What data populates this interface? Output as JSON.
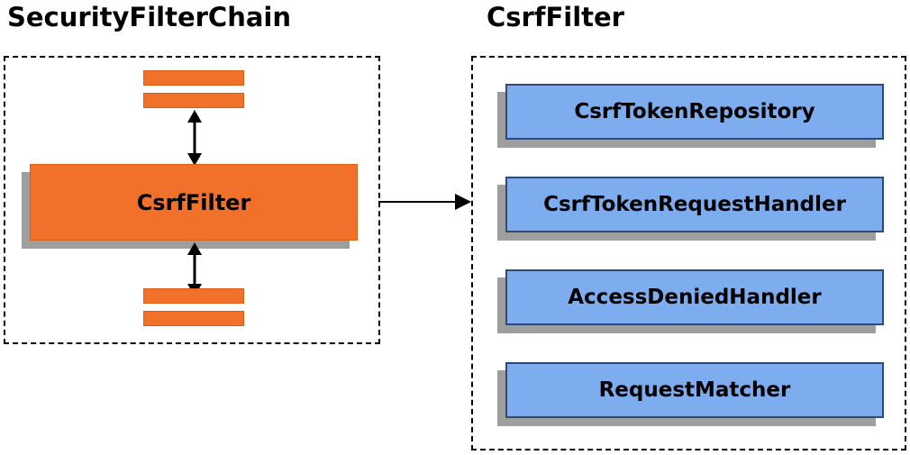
{
  "colors": {
    "orange": "#F2712A",
    "orange_border": "#D95F14",
    "blue": "#7DACEF",
    "blue_border": "#2E4A77",
    "shadow": "#9E9E9E",
    "outline": "#000000"
  },
  "left_panel": {
    "title": "SecurityFilterChain",
    "filter_label": "CsrfFilter"
  },
  "right_panel": {
    "title": "CsrfFilter",
    "components": [
      "CsrfTokenRepository",
      "CsrfTokenRequestHandler",
      "AccessDeniedHandler",
      "RequestMatcher"
    ]
  }
}
